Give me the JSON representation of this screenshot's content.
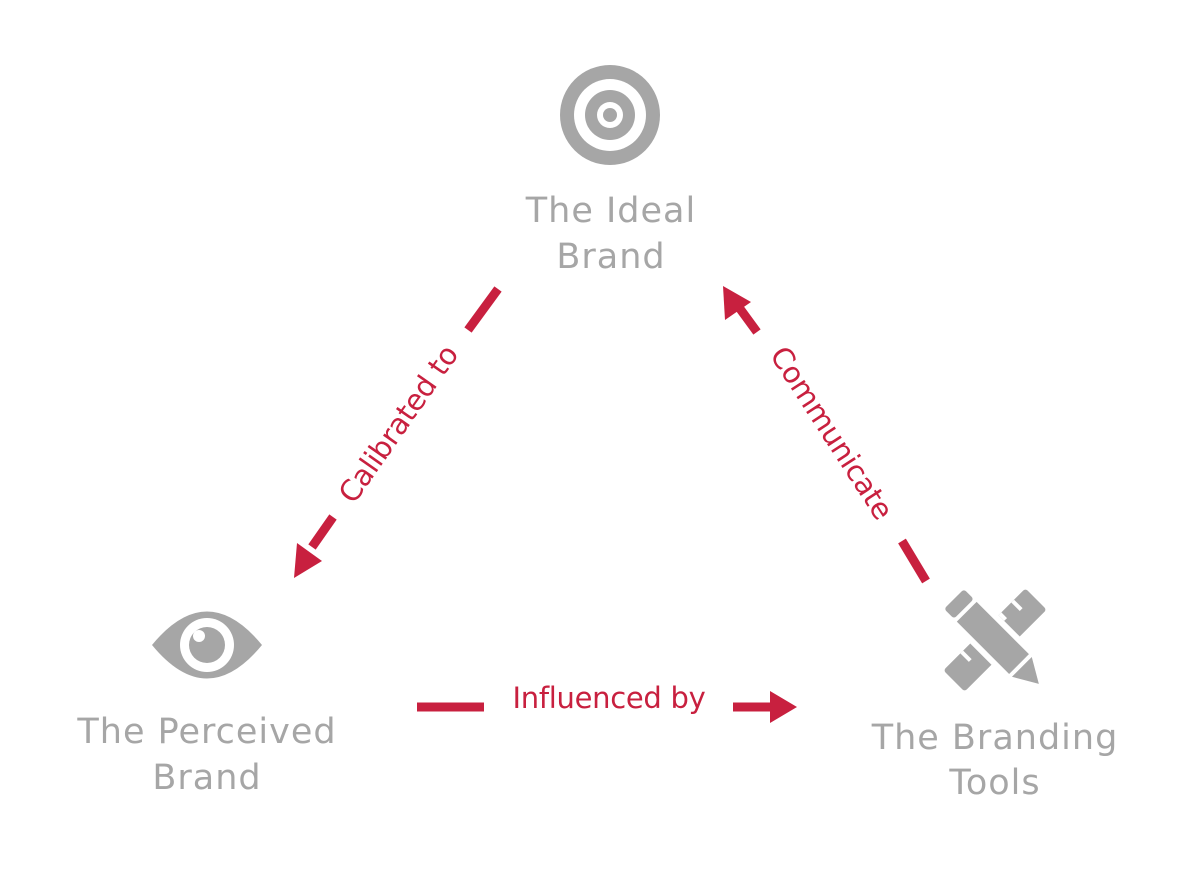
{
  "nodes": {
    "ideal": {
      "icon": "target-icon",
      "line1": "The Ideal",
      "line2": "Brand"
    },
    "perceived": {
      "icon": "eye-icon",
      "line1": "The Perceived",
      "line2": "Brand"
    },
    "tools": {
      "icon": "pencil-ruler-icon",
      "line1": "The Branding",
      "line2": "Tools"
    }
  },
  "edges": {
    "ideal_to_perceived": "Calibrated to",
    "perceived_to_tools": "Influenced by",
    "tools_to_ideal": "Communicate"
  },
  "colors": {
    "node": "#a6a6a6",
    "edge": "#c8203f",
    "background": "#ffffff"
  }
}
